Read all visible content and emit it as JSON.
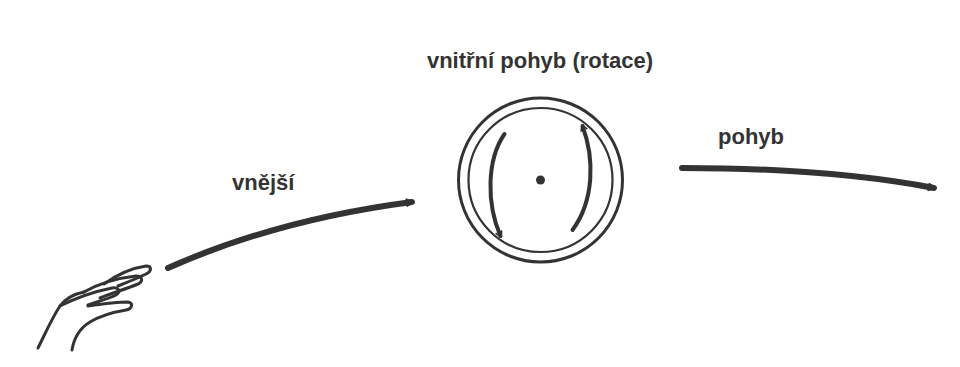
{
  "diagram": {
    "nodes": [
      {
        "text": [
          "vnitřní pohyb (rotace)"
        ]
      }
    ],
    "labels": [
      "vnější",
      "pohyb"
    ]
  }
}
